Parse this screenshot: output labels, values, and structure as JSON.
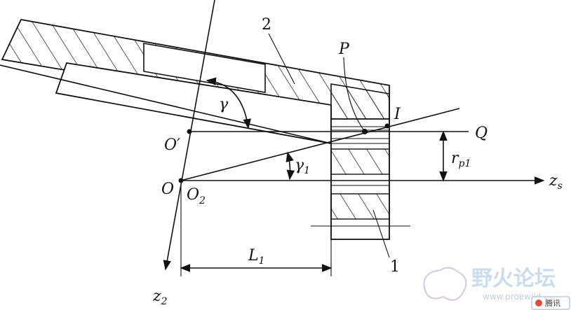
{
  "labels": {
    "part_2": "2",
    "part_1": "1",
    "P": "P",
    "I": "I",
    "Q": "Q",
    "gamma": "γ",
    "gamma1": "γ",
    "gamma1_sub": "1",
    "O_prime": "O′",
    "O": "O",
    "O2": "O",
    "O2_sub": "2",
    "rp1": "r",
    "rp1_sub": "p1",
    "L1": "L",
    "L1_sub": "1",
    "zs": "z",
    "zs_sub": "s",
    "z2": "z",
    "z2_sub": "2"
  },
  "watermark": {
    "text": "野火论坛",
    "url": "www.proewild...",
    "badge": "腾讯"
  }
}
